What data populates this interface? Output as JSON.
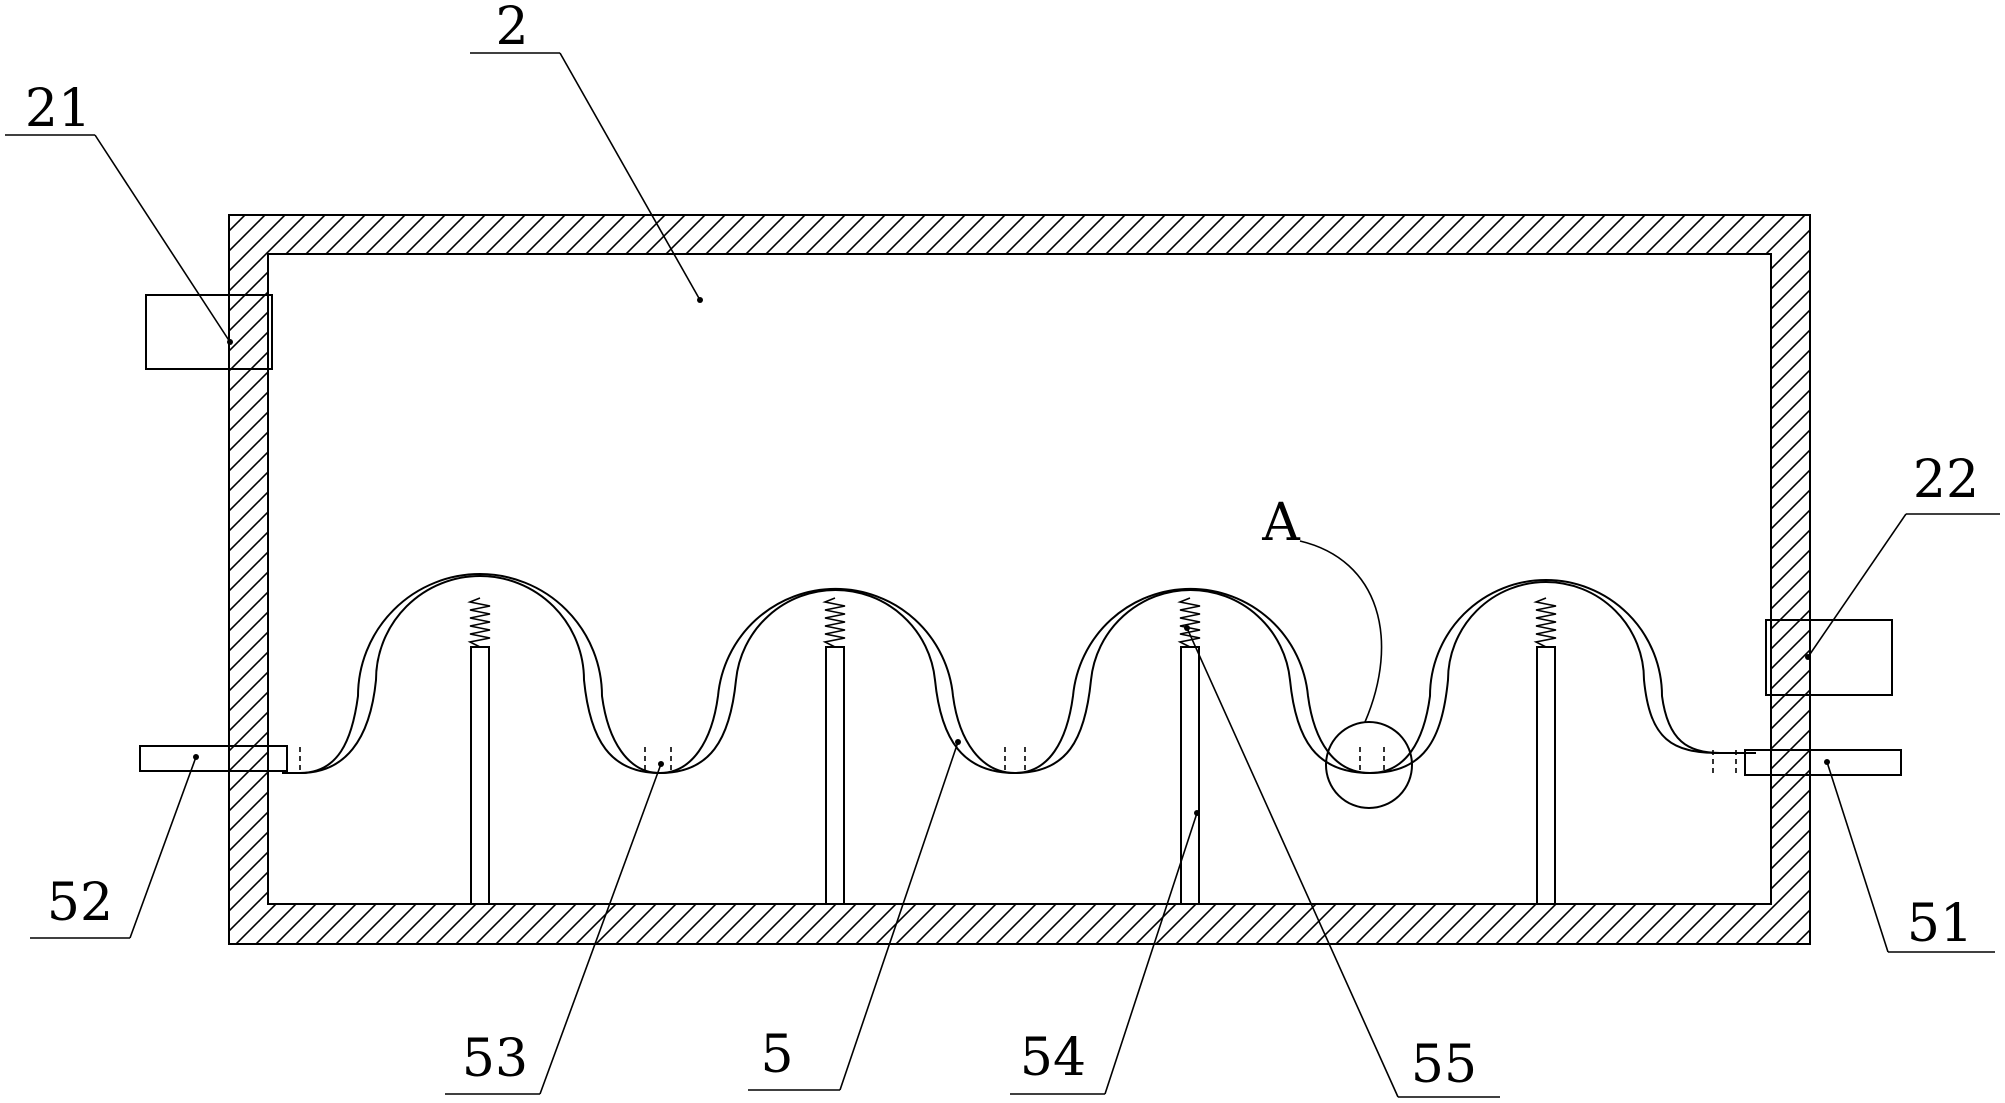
{
  "figure": {
    "callouts": [
      {
        "id": "housing",
        "text": "2"
      },
      {
        "id": "inlet-box",
        "text": "21"
      },
      {
        "id": "outlet-box",
        "text": "22"
      },
      {
        "id": "detail-a",
        "text": "A"
      },
      {
        "id": "tube-left-end",
        "text": "52"
      },
      {
        "id": "tube-right-end",
        "text": "51"
      },
      {
        "id": "joint",
        "text": "53"
      },
      {
        "id": "tube",
        "text": "5"
      },
      {
        "id": "support-rod",
        "text": "54"
      },
      {
        "id": "spring",
        "text": "55"
      }
    ]
  }
}
